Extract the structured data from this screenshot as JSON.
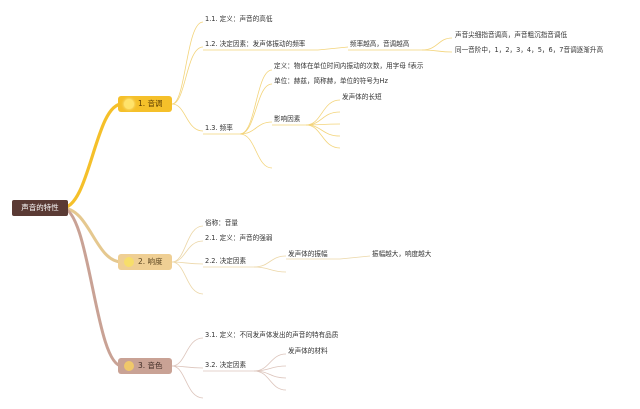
{
  "root": {
    "label": "声音的特性"
  },
  "branches": {
    "pitch": {
      "label": "1. 音调",
      "color": "#f5c02a",
      "definition": "1.1. 定义：声音的高低",
      "factor": "1.2. 决定因素：发声体振动的频率",
      "factor_rule": "频率越高，音调越高",
      "factor_note_1": "声音尖细指音调高，声音粗沉指音调低",
      "factor_note_2": "同一音阶中，1，2，3，4，5，6，7音调逐渐升高",
      "frequency": "1.3. 频率",
      "freq_def": "定义：物体在单位时间内振动的次数，用字母 f表示",
      "freq_unit": "单位：赫兹，简称赫，单位的符号为Hz",
      "freq_factors": "影响因素",
      "freq_factor_1": "发声体的长短"
    },
    "loudness": {
      "label": "2. 响度",
      "color": "#efcf94",
      "alias": "俗称：音量",
      "definition": "2.1. 定义：声音的强弱",
      "factor": "2.2. 决定因素",
      "factor_item": "发声体的振幅",
      "factor_rule": "振幅越大，响度越大"
    },
    "timbre": {
      "label": "3. 音色",
      "color": "#c9a295",
      "definition": "3.1. 定义：不同发声体发出的声音的特有品质",
      "factor": "3.2. 决定因素",
      "factor_item": "发声体的材料"
    }
  }
}
